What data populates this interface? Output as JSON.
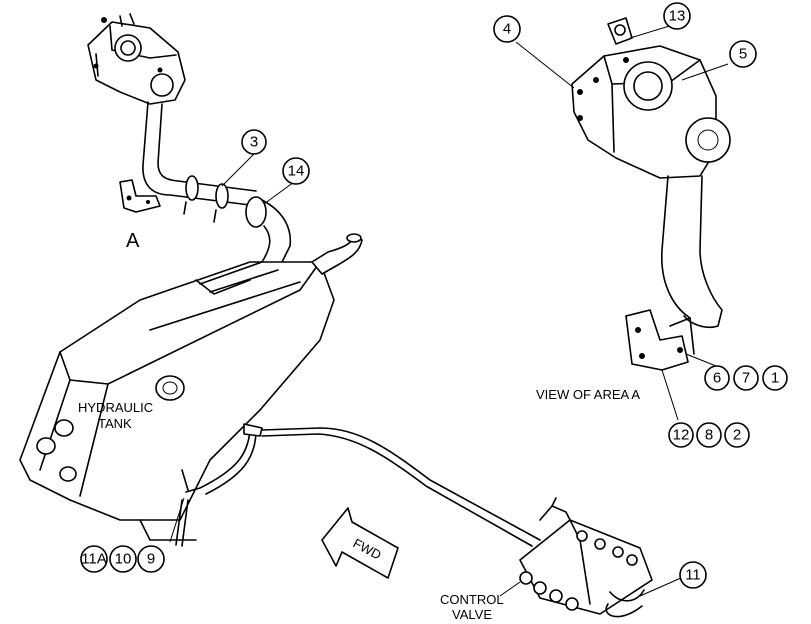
{
  "labels": {
    "area_letter": "A",
    "tank_line1": "HYDRAULIC",
    "tank_line2": "TANK",
    "view_caption": "VIEW OF AREA  A",
    "control_line1": "CONTROL",
    "control_line2": "VALVE",
    "fwd": "FWD"
  },
  "callouts": {
    "c1": "1",
    "c2": "2",
    "c3": "3",
    "c4": "4",
    "c5": "5",
    "c6": "6",
    "c7": "7",
    "c8": "8",
    "c9": "9",
    "c10": "10",
    "c11": "11",
    "c11a": "11A",
    "c12": "12",
    "c13": "13",
    "c14": "14"
  }
}
